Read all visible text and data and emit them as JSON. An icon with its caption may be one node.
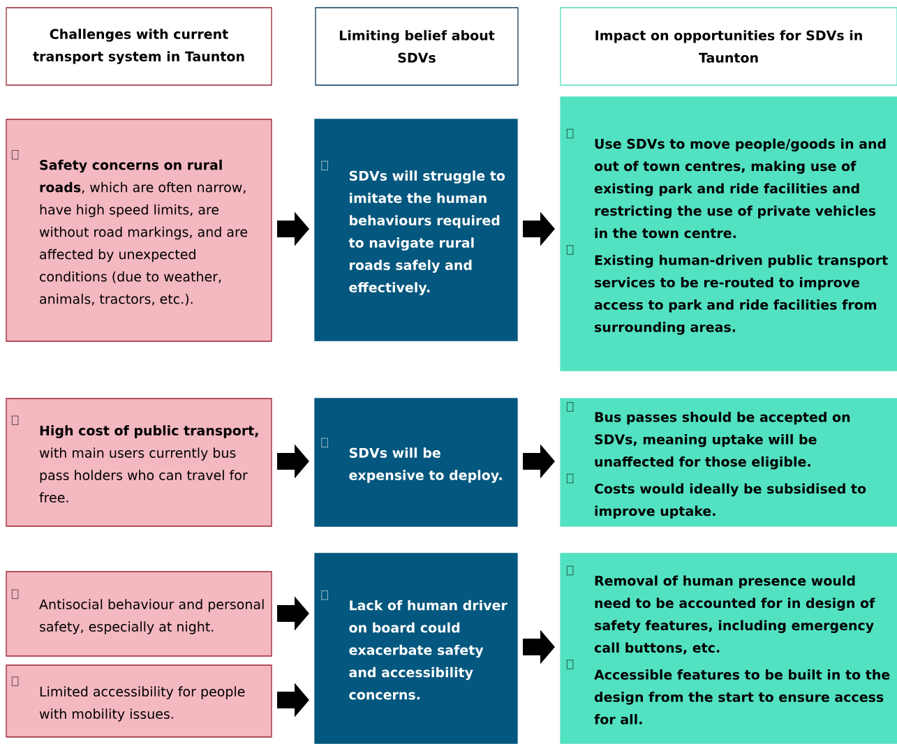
{
  "diagram": {
    "nodes": [
      {
        "text": [
          "Challenges with current transport system in Taunton"
        ]
      },
      {
        "text": [
          "Limiting belief about SDVs"
        ]
      },
      {
        "text": [
          "Impact on opportunities for SDVs in Taunton"
        ]
      },
      {
        "text": [
          "**Safety concerns on rural roads**, which are often narrow, have high speed limits, are without road markings, and are affected by unexpected conditions (due to weather, animals, tractors, etc.)."
        ]
      },
      {
        "text": [
          "SDVs will struggle to imitate the human behaviours required to navigate rural roads safely and effectively."
        ]
      },
      {
        "text": [
          "Use SDVs to move people/goods in and out of town centres, making use of existing park and ride facilities and restricting the use of private vehicles in the town centre.",
          "Existing human-driven public transport services to be re-routed to improve access to park and ride facilities from surrounding areas."
        ]
      },
      {
        "text": [
          "**High cost of public transport,** with main users currently bus pass holders who can travel for free."
        ]
      },
      {
        "text": [
          "SDVs will be expensive to deploy."
        ]
      },
      {
        "text": [
          "Bus passes should be accepted on SDVs, meaning uptake will be unaffected for those eligible.",
          "Costs would ideally be subsidised to improve uptake."
        ]
      },
      {
        "text": [
          "Antisocial behaviour and personal safety, especially at night."
        ]
      },
      {
        "text": [
          "Limited accessibility for people with mobility issues."
        ]
      },
      {
        "text": [
          "Lack of human driver on board could exacerbate safety and accessibility concerns."
        ]
      },
      {
        "text": [
          "Removal of human presence would need to be accounted for in design of safety features, including emergency call buttons, etc.",
          "Accessible features to be built in to the design from the start to ensure access for all."
        ]
      }
    ],
    "edges": [
      {
        "from": 3,
        "to": 4,
        "arrow": "to"
      },
      {
        "from": 4,
        "to": 5,
        "arrow": "to"
      },
      {
        "from": 6,
        "to": 7,
        "arrow": "to"
      },
      {
        "from": 7,
        "to": 8,
        "arrow": "to"
      },
      {
        "from": 9,
        "to": 11,
        "arrow": "to"
      },
      {
        "from": 10,
        "to": 11,
        "arrow": "to"
      },
      {
        "from": 11,
        "to": 12,
        "arrow": "to"
      }
    ]
  }
}
